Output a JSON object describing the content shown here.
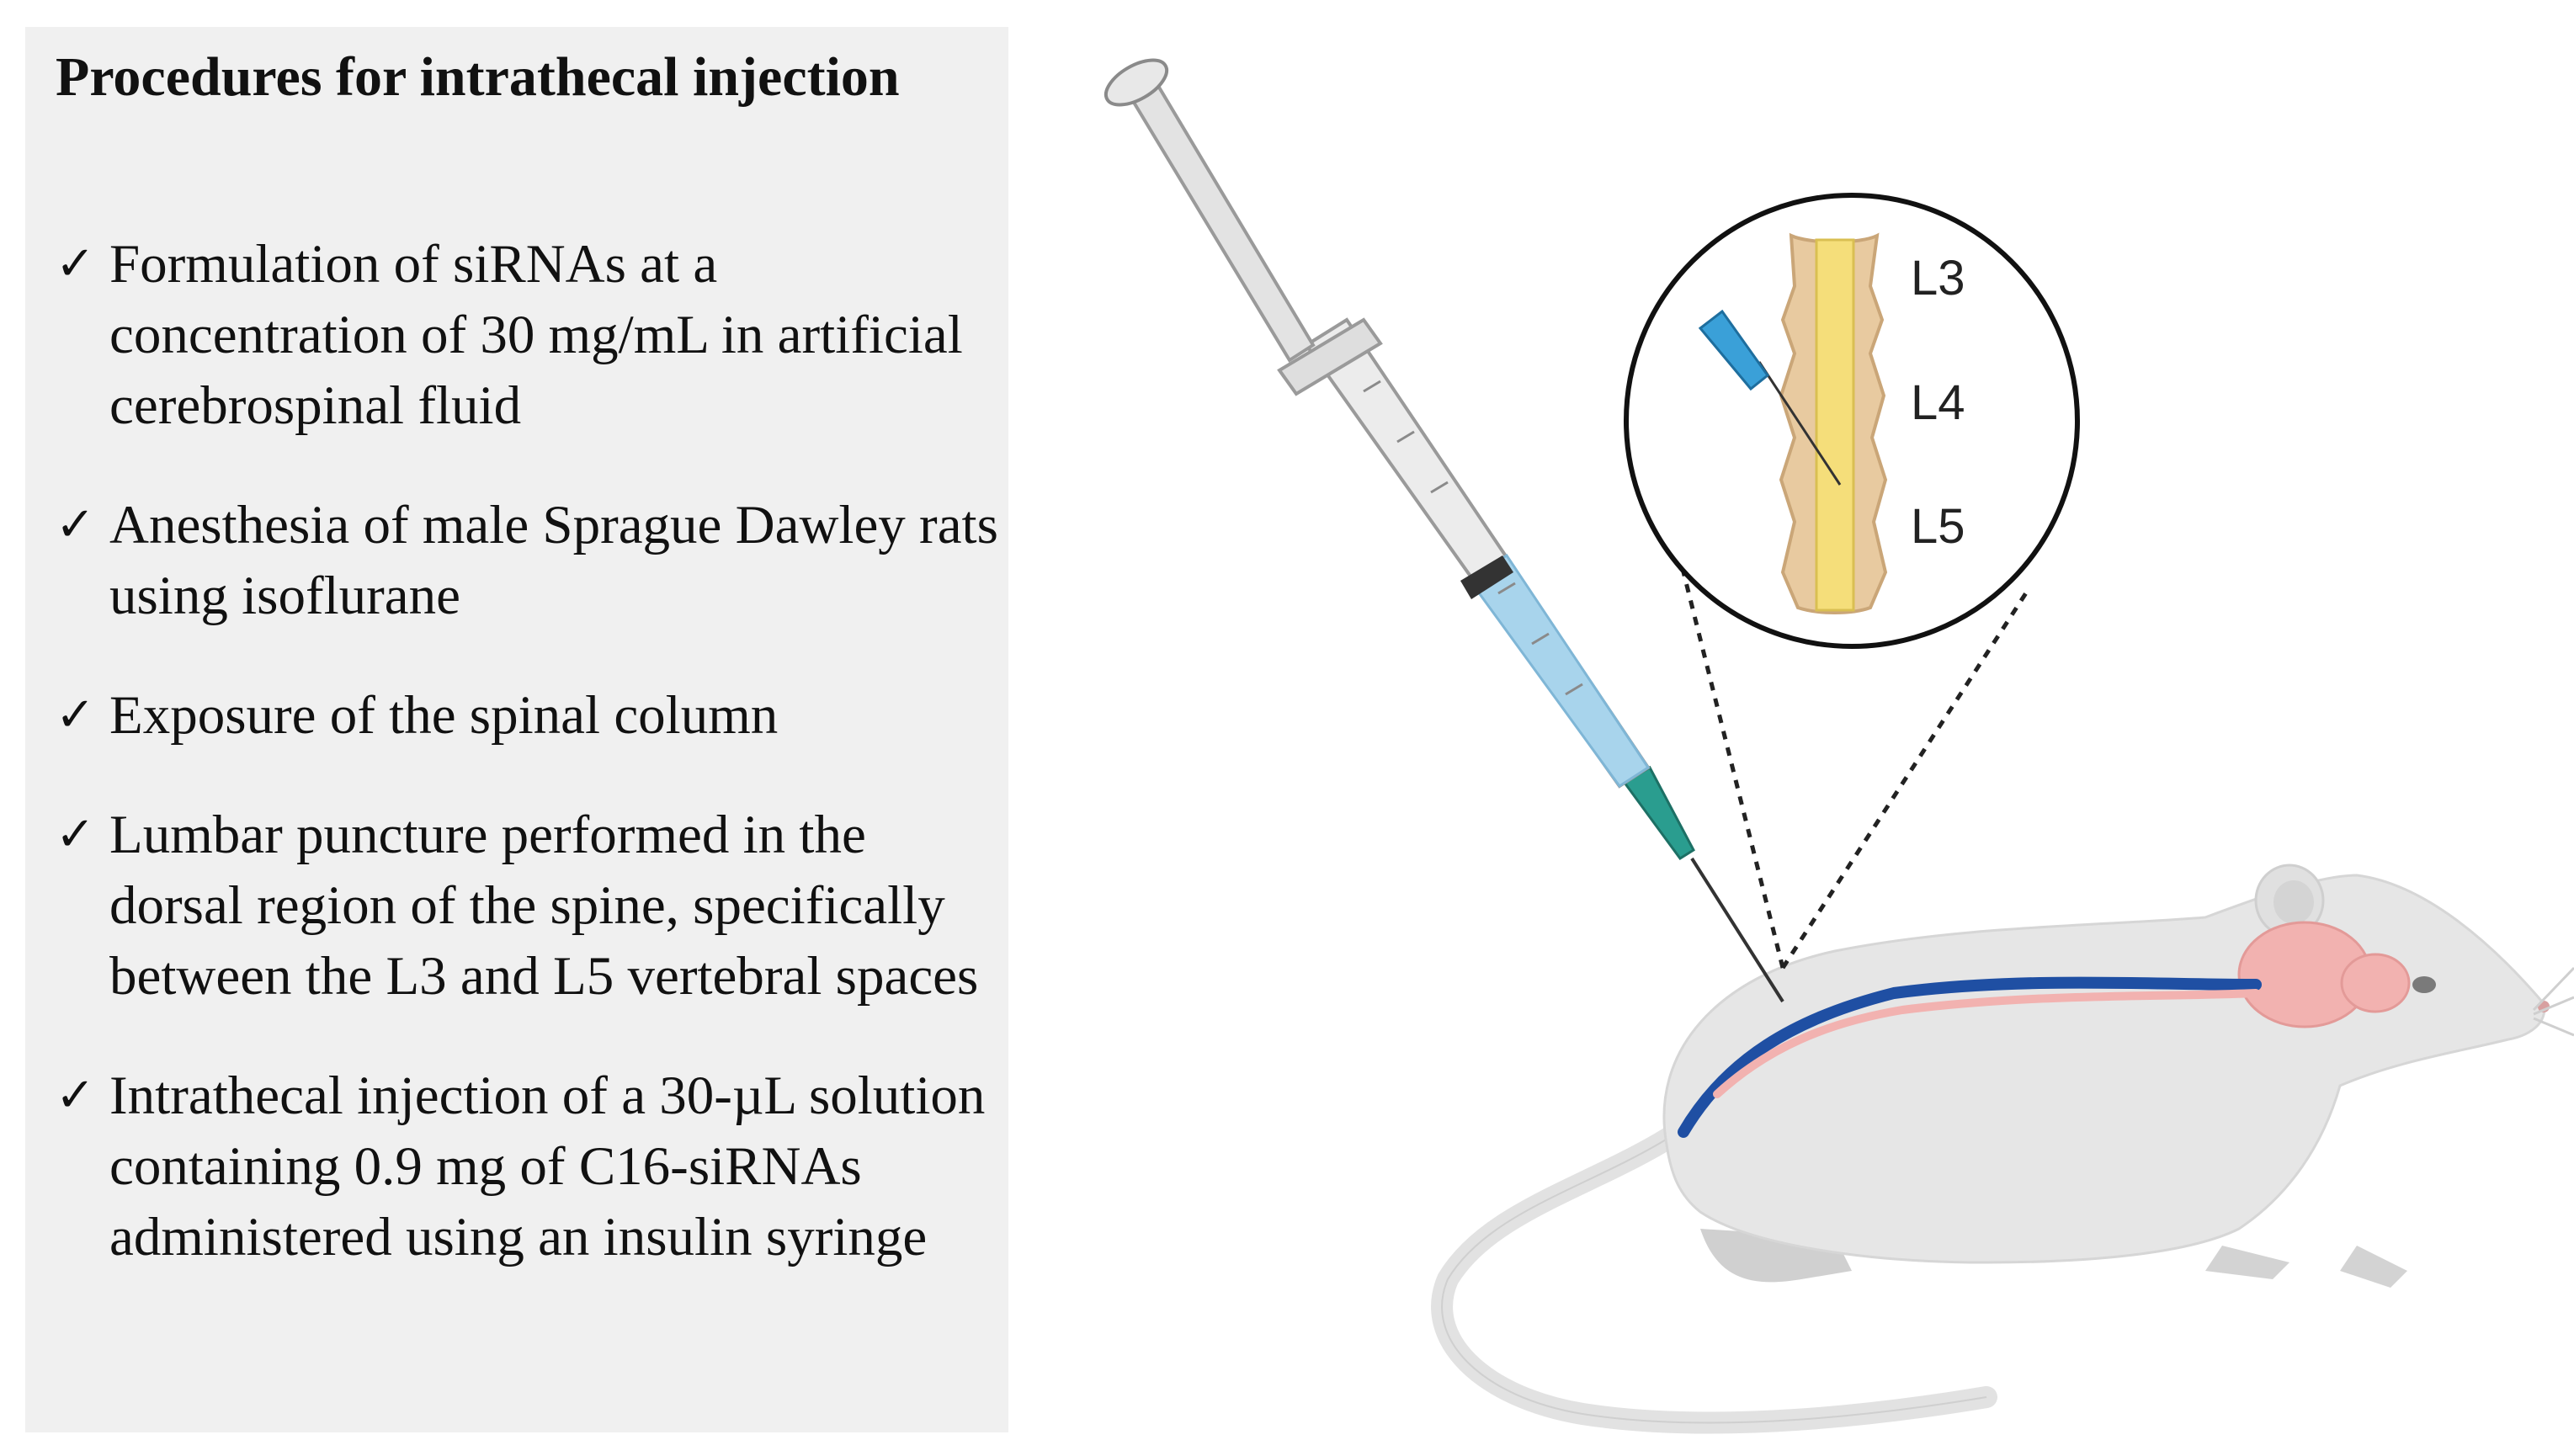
{
  "panel": {
    "title": "Procedures for intrathecal injection",
    "steps": [
      "Formulation of siRNAs at a concentration of 30 mg/mL in artificial cerebrospinal fluid",
      "Anesthesia of male Sprague Dawley rats using isoflurane",
      "Exposure of the spinal column",
      "Lumbar puncture performed in the dorsal region of the spine, specifically between the L3 and L5 vertebral spaces",
      "Intrathecal injection of a 30-µL solution containing 0.9 mg of C16-siRNAs administered using an insulin syringe"
    ]
  },
  "illustration": {
    "vertebra_labels": [
      "L3",
      "L4",
      "L5"
    ],
    "icons": [
      "syringe-icon",
      "rat-icon",
      "spinal-column-inset-icon"
    ],
    "colors": {
      "panel_bg": "#f0f0f0",
      "syringe_liquid": "#a8d4ec",
      "needle_hub": "#2a9d8f",
      "spinal_cord": "#1f4fa3",
      "brain": "#f2b2b0",
      "vertebra": "#e8caa0",
      "rat_body": "#e6e6e6"
    }
  }
}
